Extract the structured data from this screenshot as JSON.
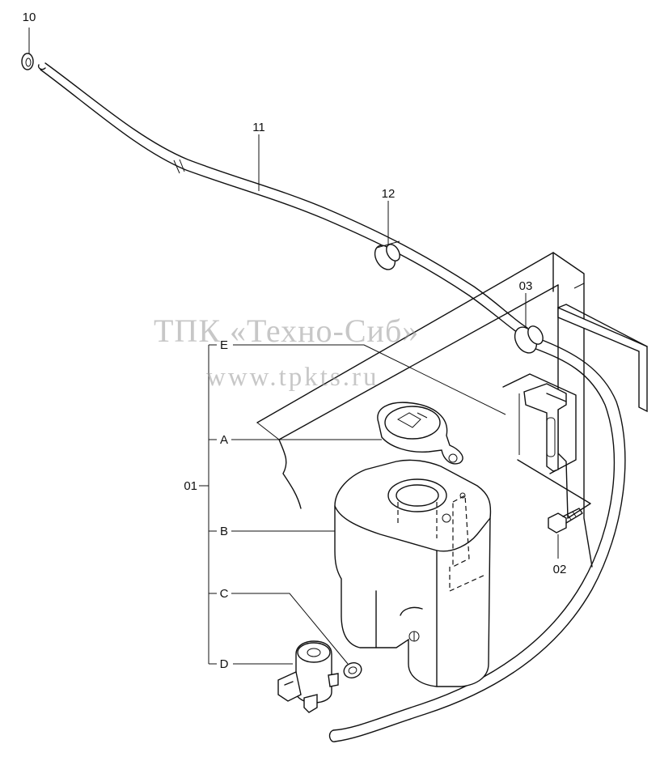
{
  "callouts": {
    "c10": "10",
    "c11": "11",
    "c12": "12",
    "c03": "03",
    "c02": "02",
    "c01": "01",
    "cA": "A",
    "cB": "B",
    "cC": "C",
    "cD": "D",
    "cE": "E"
  },
  "watermark": {
    "line1": "ТПК «Техно-Сиб»",
    "line2": "www.tpkts.ru"
  }
}
